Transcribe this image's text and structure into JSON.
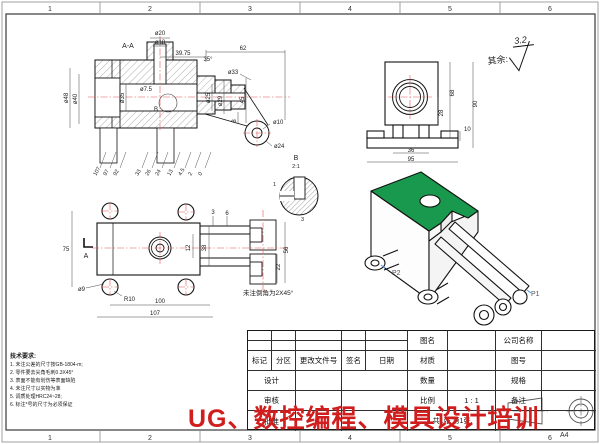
{
  "sheet": {
    "zones": [
      "1",
      "2",
      "3",
      "4",
      "5",
      "6"
    ],
    "paper_size": "A4"
  },
  "watermark": {
    "text": "UG、数控编程、模具设计培训",
    "color": "#d01d1d"
  },
  "surface_finish": {
    "prefix": "其余:",
    "value": "3.2"
  },
  "section_view": {
    "title": "A-A",
    "detail_mark": "B",
    "dims": {
      "d20": "ø20",
      "d18": "ø18",
      "l3975": "39.75",
      "l62": "62",
      "a35": "35°",
      "d33": "ø33",
      "d48": "ø48",
      "d40": "ø40",
      "d35": "ø35",
      "d7_5": "ø7.5",
      "d25": "ø25",
      "d29": "ø29",
      "l45": "45",
      "l8": "8",
      "d10": "ø10",
      "d24": "ø24"
    }
  },
  "ordinate_dims": [
    "107",
    "97",
    "92",
    "33",
    "26",
    "24",
    "13",
    "4.5",
    "2",
    "0"
  ],
  "plan_view": {
    "section_label": "A",
    "note": "未注倒角为2X45°",
    "dims": {
      "h75": "75",
      "d9": "ø9",
      "r10": "R10",
      "l100": "100",
      "l107": "107",
      "l3": "3",
      "l6": "6",
      "l12": "12",
      "l38": "38",
      "l56": "56",
      "l22": "22"
    }
  },
  "detail_view": {
    "label": "B",
    "scale": "2:1",
    "dims": {
      "l1": "1",
      "l3": "3"
    }
  },
  "front_view": {
    "dims": {
      "h68": "68",
      "h90": "90",
      "h28": "28",
      "h10": "10",
      "w36": "36",
      "w95": "95"
    }
  },
  "iso_view": {
    "p1": "P1",
    "p2": "P2",
    "top_color": "#18994d"
  },
  "tech_requirements": {
    "title": "技术要求:",
    "items": [
      "1. 未注公差的尺寸按GB-1804-m;",
      "2. 零件要去尖角毛刺0.3X45°",
      "3. 表面不能有划伤等表面缺陷",
      "4. 未注尺寸以实物为准",
      "5. 调质处理HRC24~28;",
      "6. 标注*号的尺寸为必须保证"
    ]
  },
  "title_block": {
    "drawing_name_label": "图名",
    "company_label": "公司名称",
    "mark_label": "标记",
    "zone_label": "分区",
    "change_doc_label": "更改文件号",
    "signature_label": "签名",
    "date_label": "日期",
    "material_label": "材质",
    "drawing_no_label": "图号",
    "design_label": "设计",
    "quantity_label": "数量",
    "spec_label": "规格",
    "review_label": "审核",
    "scale_label": "比例",
    "scale_value": "1 : 1",
    "remark_label": "备注",
    "approve_label": "批准",
    "sheet_count": "共1张 第1张"
  }
}
